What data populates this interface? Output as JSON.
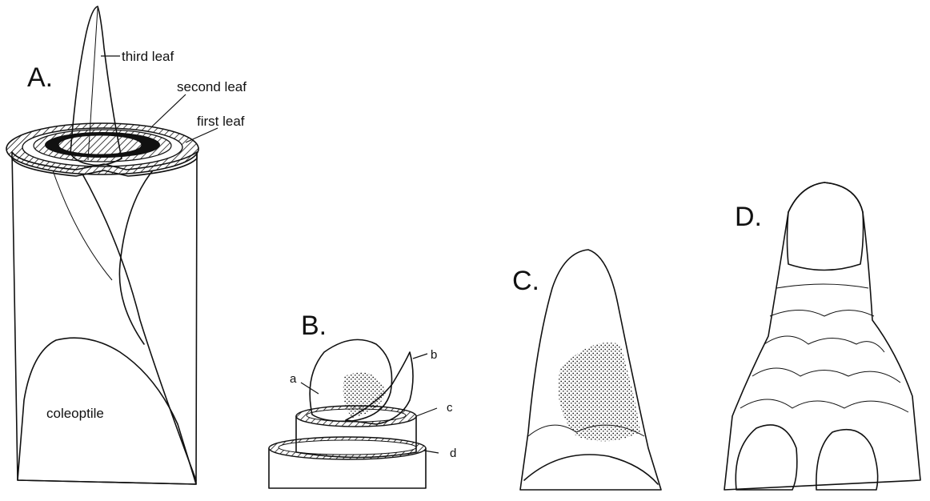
{
  "panels": {
    "a": {
      "letter": "A.",
      "labels": {
        "third_leaf": "third leaf",
        "second_leaf": "second leaf",
        "first_leaf": "first leaf",
        "coleoptile": "coleoptile"
      }
    },
    "b": {
      "letter": "B.",
      "labels": {
        "a": "a",
        "b": "b",
        "c": "c",
        "d": "d"
      }
    },
    "c": {
      "letter": "C."
    },
    "d": {
      "letter": "D."
    }
  },
  "colors": {
    "ink": "#111111",
    "paper": "#ffffff"
  }
}
